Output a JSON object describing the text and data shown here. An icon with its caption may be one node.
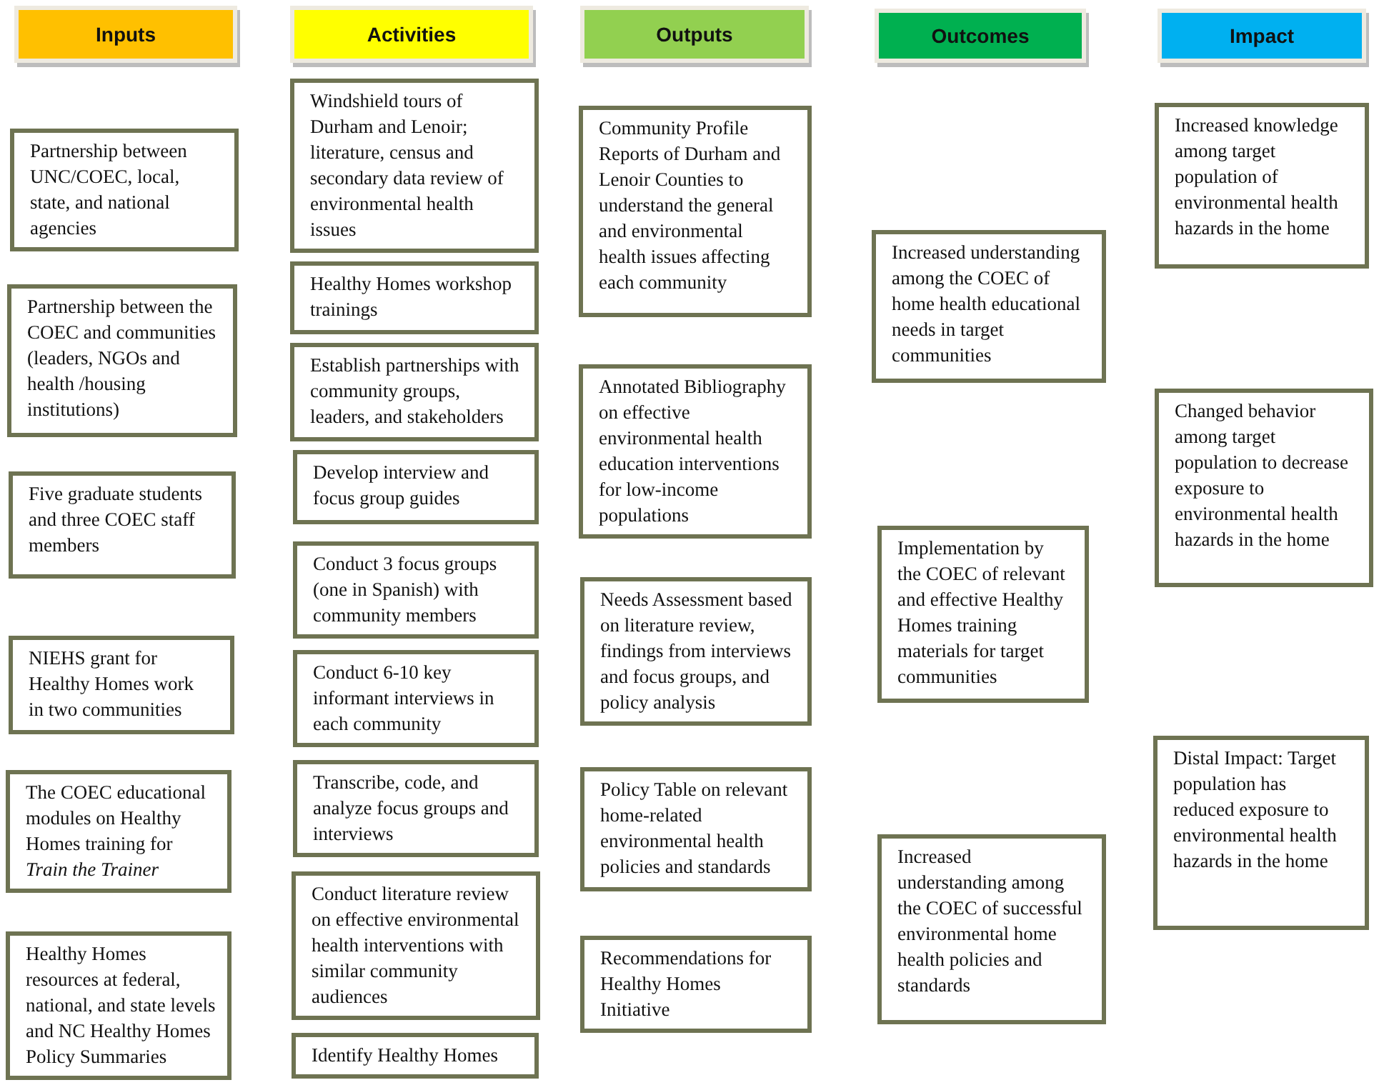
{
  "diagram": {
    "nodes": [
      {
        "text": [
          "Inputs"
        ]
      },
      {
        "text": [
          "Partnership between UNC/COEC, local, state, and national agencies"
        ]
      },
      {
        "text": [
          "Partnership between the COEC and communities (leaders, NGOs and health /housing institutions)"
        ]
      },
      {
        "text": [
          "Five graduate students and three COEC staff members"
        ]
      },
      {
        "text": [
          "NIEHS grant for Healthy Homes work in two communities"
        ]
      },
      {
        "text": [
          "The COEC educational modules on Healthy Homes training for *Train the Trainer*"
        ]
      },
      {
        "text": [
          "Healthy Homes resources at federal, national, and state levels and NC Healthy Homes Policy Summaries"
        ]
      },
      {
        "text": [
          "Activities"
        ]
      },
      {
        "text": [
          "Windshield tours of Durham and Lenoir; literature, census and secondary data review of environmental health issues"
        ]
      },
      {
        "text": [
          "Healthy Homes workshop trainings"
        ]
      },
      {
        "text": [
          "Establish partnerships with community groups, leaders, and stakeholders"
        ]
      },
      {
        "text": [
          "Develop interview and focus group guides"
        ]
      },
      {
        "text": [
          "Conduct 3 focus groups (one in Spanish) with community members"
        ]
      },
      {
        "text": [
          "Conduct 6-10 key informant interviews in each community"
        ]
      },
      {
        "text": [
          "Transcribe, code, and analyze focus groups and interviews"
        ]
      },
      {
        "text": [
          "Conduct literature review on effective environmental health interventions with similar community audiences"
        ]
      },
      {
        "text": [
          "Identify Healthy Homes"
        ]
      },
      {
        "text": [
          "Outputs"
        ]
      },
      {
        "text": [
          "Community Profile Reports of Durham and Lenoir Counties to understand the general and environmental health issues affecting each community"
        ]
      },
      {
        "text": [
          "Annotated Bibliography on effective environmental health education interventions for low-income populations"
        ]
      },
      {
        "text": [
          "Needs Assessment based on literature review, findings from interviews and focus groups, and policy analysis"
        ]
      },
      {
        "text": [
          "Policy Table on relevant home-related environmental health policies and standards"
        ]
      },
      {
        "text": [
          "Recommendations for Healthy Homes Initiative"
        ]
      },
      {
        "text": [
          "Outcomes"
        ]
      },
      {
        "text": [
          "Increased understanding among the COEC of home health educational needs in target communities"
        ]
      },
      {
        "text": [
          "Implementation by the COEC of relevant and effective Healthy Homes training materials for target communities"
        ]
      },
      {
        "text": [
          "Increased understanding among the COEC of successful environmental home health policies and standards"
        ]
      },
      {
        "text": [
          "Impact"
        ]
      },
      {
        "text": [
          "Increased knowledge among target population of environmental health hazards in the home"
        ]
      },
      {
        "text": [
          "Changed behavior among target population to decrease exposure to environmental health hazards in the home"
        ]
      },
      {
        "text": [
          "Distal Impact: Target population has reduced exposure to environmental health hazards in the home"
        ]
      }
    ]
  }
}
